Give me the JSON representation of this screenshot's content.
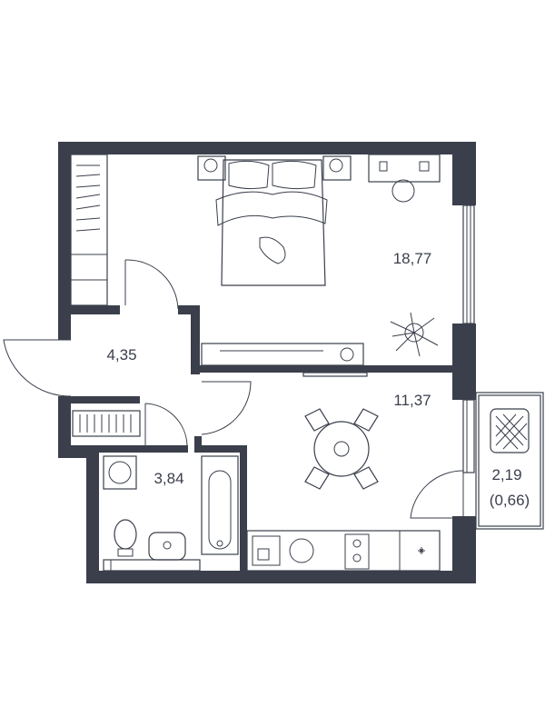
{
  "rooms": {
    "bedroom_area": "18,77",
    "hall_area": "4,35",
    "kitchen_area": "11,37",
    "bath_area": "3,84",
    "balcony_area": "2,19",
    "balcony_reduced_area": "(0,66)"
  },
  "colors": {
    "wall": "#3a3f4b",
    "background": "#ffffff"
  },
  "icons": [
    "bed-icon",
    "plant-icon",
    "dining-table-icon",
    "toilet-icon",
    "sink-icon",
    "bathtub-icon",
    "stove-icon",
    "laundry-basket-icon"
  ]
}
